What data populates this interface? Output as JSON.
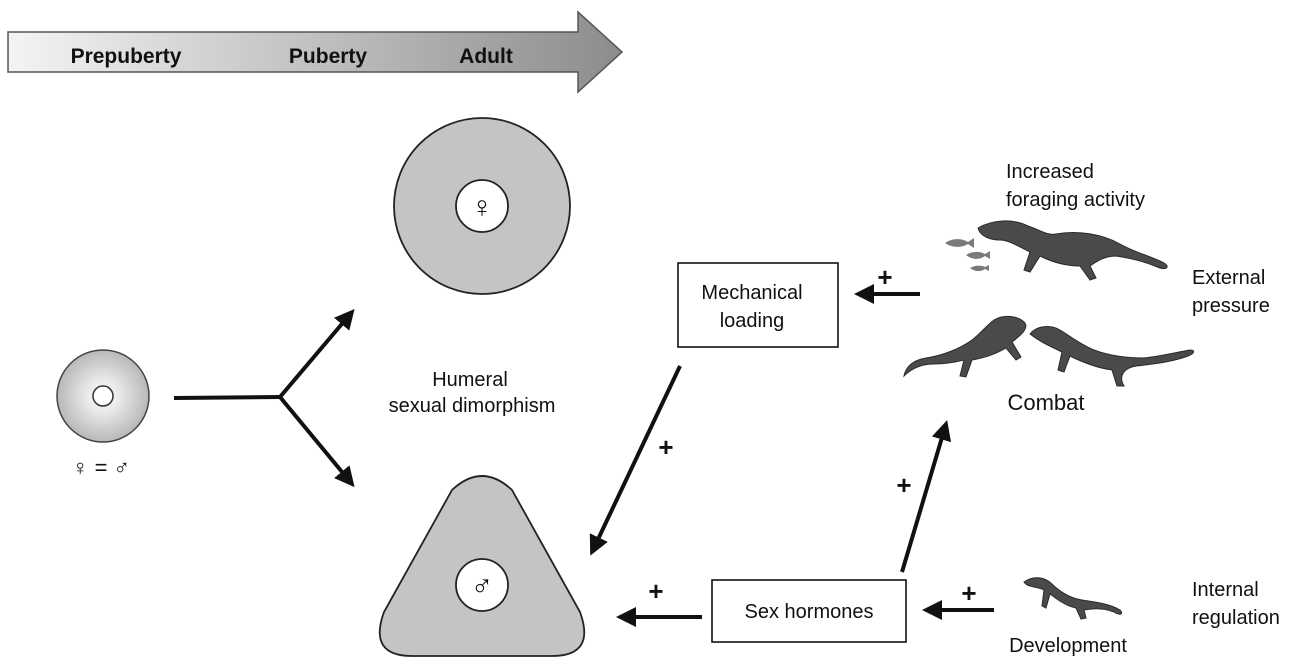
{
  "timeline": {
    "stages": [
      "Prepuberty",
      "Puberty",
      "Adult"
    ]
  },
  "labels": {
    "juvenile_sex": "♀ = ♂",
    "female_symbol": "♀",
    "male_symbol": "♂",
    "center_line1": "Humeral",
    "center_line2": "sexual dimorphism",
    "mechanical_loading_line1": "Mechanical",
    "mechanical_loading_line2": "loading",
    "sex_hormones": "Sex hormones",
    "foraging_line1": "Increased",
    "foraging_line2": "foraging activity",
    "combat": "Combat",
    "development": "Development",
    "external_line1": "External",
    "external_line2": "pressure",
    "internal_line1": "Internal",
    "internal_line2": "regulation",
    "plus": "+"
  },
  "icons": [
    "newt-icon",
    "fish-icon"
  ],
  "colors": {
    "bone_fill": "#c4c4c4",
    "newt": "#4a4a4a",
    "arrow": "#111111"
  }
}
